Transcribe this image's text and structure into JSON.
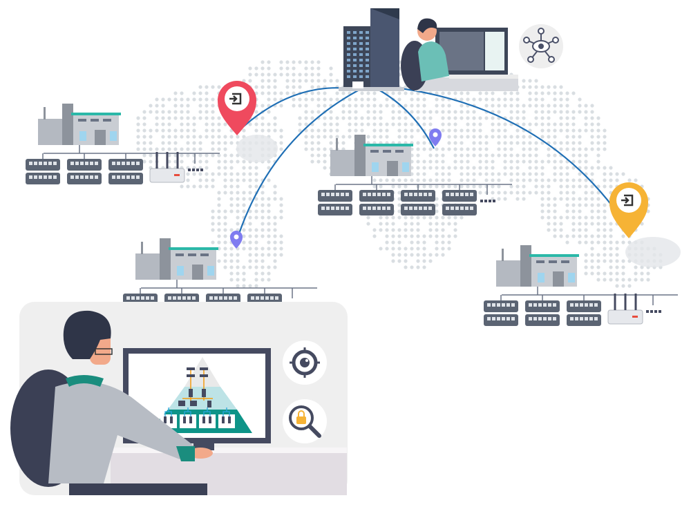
{
  "colors": {
    "link_line": "#1f6fb5",
    "map_dot": "#d9dee2",
    "factory_wall": "#c9cdd3",
    "factory_roof": "#2bb8a8",
    "switch": "#5b6473",
    "pin_red": "#ef4a5e",
    "pin_yellow": "#f6b335",
    "pin_small": "#7f7cf0",
    "panel_bg": "#efefef",
    "pyramid_base": "#0e9488",
    "pyramid_mid": "#bde3e6",
    "pyramid_top": "#e9e9e9",
    "shirt": "#6bbfb6",
    "hair": "#2f3548"
  },
  "icons": [
    "headquarters-building-icon",
    "operator-icon",
    "network-eye-icon",
    "factory-icon",
    "network-switch-icon",
    "router-icon",
    "login-pin-icon",
    "location-pin-icon",
    "target-eye-icon",
    "lock-search-icon",
    "ellipsis-icon"
  ],
  "sites": [
    "factory-north-west",
    "factory-center",
    "factory-south-west",
    "factory-east"
  ]
}
